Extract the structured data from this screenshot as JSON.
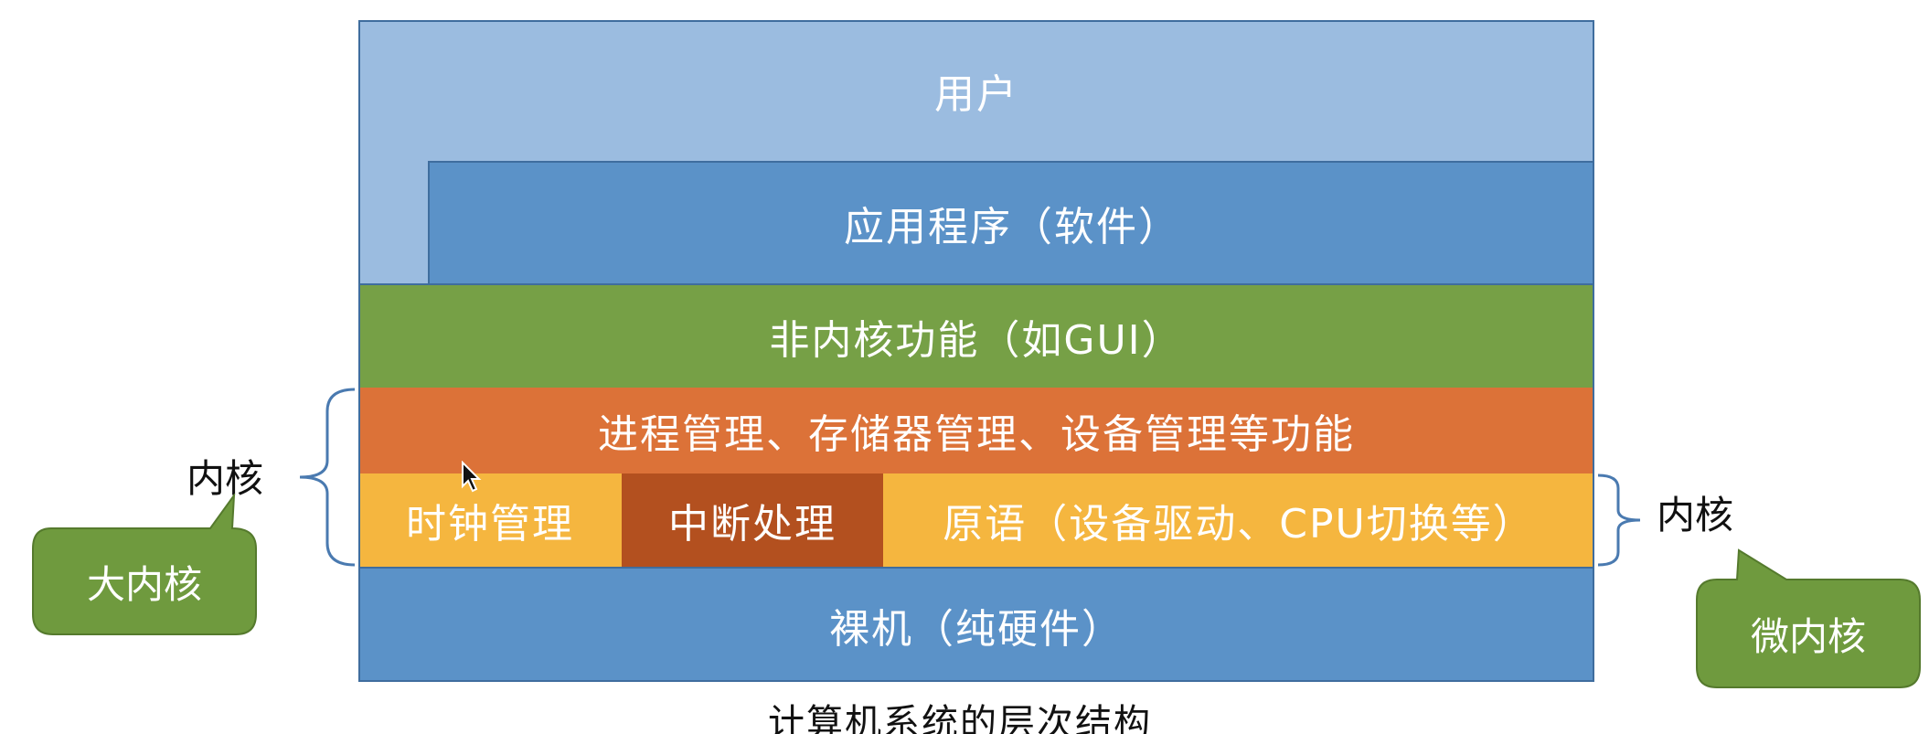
{
  "layers": {
    "user": "用户",
    "application": "应用程序（软件）",
    "non_kernel": "非内核功能（如GUI）",
    "process_management": "进程管理、存储器管理、设备管理等功能",
    "clock": "时钟管理",
    "interrupt": "中断处理",
    "primitive": "原语（设备驱动、CPU切换等）",
    "bare_machine": "裸机（纯硬件）"
  },
  "caption": "计算机系统的层次结构",
  "left_annotation": {
    "label": "内核",
    "callout": "大内核"
  },
  "right_annotation": {
    "label": "内核",
    "callout": "微内核"
  },
  "colors": {
    "user": "#9bbce0",
    "application": "#5b92c8",
    "non_kernel": "#76a046",
    "process_management": "#dc7238",
    "clock": "#f5b63f",
    "interrupt": "#b3501f",
    "primitive": "#f5b63f",
    "bare_machine": "#5b92c8",
    "callout": "#6f9a3e",
    "brace": "#4a7ab0"
  }
}
